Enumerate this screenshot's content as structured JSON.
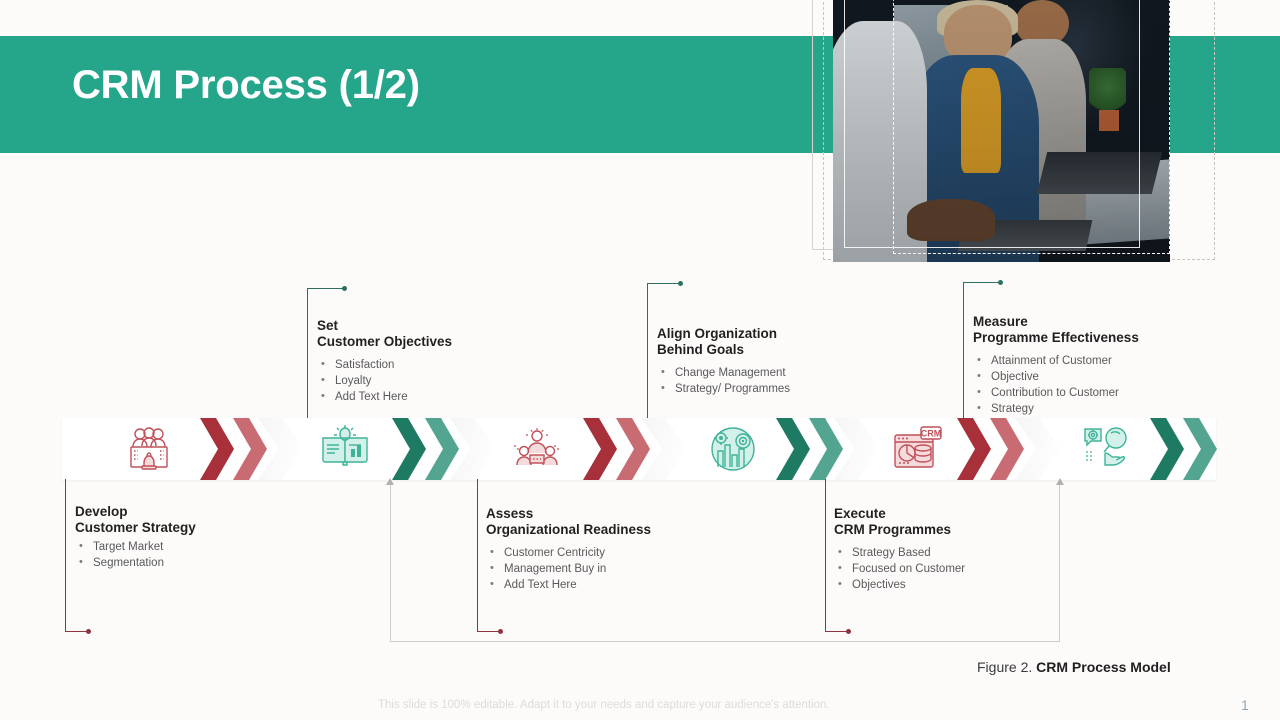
{
  "slide": {
    "title": "CRM Process (1/2)",
    "page_number": "1",
    "footer_note": "This slide is 100% editable. Adapt it to your needs and capture your audience's attention.",
    "figure_caption_prefix": "Figure 2. ",
    "figure_caption_bold": "CRM Process Model"
  },
  "colors": {
    "teal": "#25A68B",
    "teal_dark": "#1E7A63",
    "teal_light": "#53A491",
    "red_dark": "#A8303A",
    "red_light": "#C96B72",
    "background": "#fdfbfa",
    "heading_text": "#231f20",
    "body_text": "#59595b"
  },
  "hero_image": {
    "alt": "Three colleagues working on laptops at an office desk, woman in blue blazer smiling"
  },
  "steps_top": [
    {
      "title_line1": "Set",
      "title_line2": "Customer Objectives",
      "bullets": [
        "Satisfaction",
        "Loyalty",
        "Add Text Here"
      ]
    },
    {
      "title_line1": "Align Organization",
      "title_line2": "Behind Goals",
      "bullets": [
        "Change Management",
        "Strategy/ Programmes"
      ]
    },
    {
      "title_line1": "Measure",
      "title_line2": "Programme Effectiveness",
      "bullets": [
        "Attainment of Customer",
        "Objective",
        "Contribution to Customer",
        "Strategy"
      ]
    }
  ],
  "steps_bottom": [
    {
      "title_line1": "Develop",
      "title_line2": "Customer Strategy",
      "bullets": [
        "Target Market",
        "Segmentation"
      ]
    },
    {
      "title_line1": "Assess",
      "title_line2": "Organizational Readiness",
      "bullets": [
        "Customer Centricity",
        "Management Buy in",
        "Add Text Here"
      ]
    },
    {
      "title_line1": "Execute",
      "title_line2": "CRM Programmes",
      "bullets": [
        "Strategy Based",
        "Focused on Customer",
        "Objectives"
      ]
    }
  ],
  "process_icons": [
    {
      "name": "team-chess-strategy-icon",
      "color": "red"
    },
    {
      "name": "book-lightbulb-objectives-icon",
      "color": "teal"
    },
    {
      "name": "people-gears-readiness-icon",
      "color": "red"
    },
    {
      "name": "city-target-alignment-icon",
      "color": "teal"
    },
    {
      "name": "crm-dashboard-icon",
      "color": "red"
    },
    {
      "name": "magnifier-hand-measure-icon",
      "color": "teal"
    }
  ]
}
